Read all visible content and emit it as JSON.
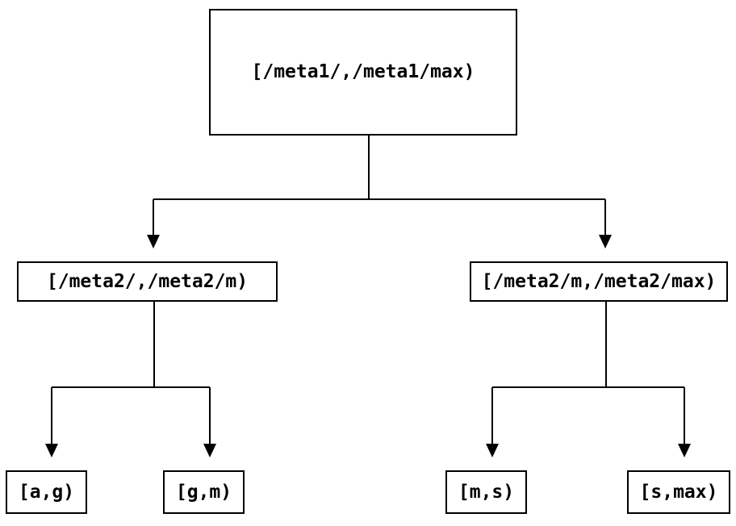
{
  "tree": {
    "nodes": {
      "root": {
        "label": "[/meta1/,/meta1/max)"
      },
      "left": {
        "label": "[/meta2/,/meta2/m)"
      },
      "right": {
        "label": "[/meta2/m,/meta2/max)"
      },
      "leaves": [
        {
          "label": "[a,g)"
        },
        {
          "label": "[g,m)"
        },
        {
          "label": "[m,s)"
        },
        {
          "label": "[s,max)"
        }
      ]
    },
    "colors": {
      "line": "#000000",
      "arrowhead": "#000000",
      "box_border": "#000000",
      "text": "#000000",
      "background": "#ffffff"
    }
  }
}
